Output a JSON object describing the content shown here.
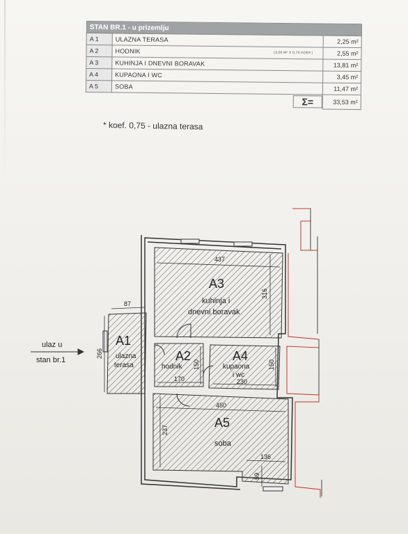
{
  "table": {
    "title": "STAN BR.1 - u prizemlju",
    "rows": [
      {
        "code": "A 1",
        "name": "ULAZNA TERASA",
        "note": "",
        "value": "2,25 m²"
      },
      {
        "code": "A 2",
        "name": "HODNIK",
        "note": "(3,00 m² x 0,75 koef.)",
        "value": "2,55 m²"
      },
      {
        "code": "A 3",
        "name": "KUHINJA I DNEVNI BORAVAK",
        "note": "",
        "value": "13,81 m²"
      },
      {
        "code": "A 4",
        "name": "KUPAONA I WC",
        "note": "",
        "value": "3,45 m²"
      },
      {
        "code": "A 5",
        "name": "SOBA",
        "note": "",
        "value": "11,47 m²"
      }
    ],
    "sum_symbol": "Σ=",
    "sum_value": "33,53 m²"
  },
  "footnote": "* koef. 0,75 - ulazna terasa",
  "plan": {
    "entrance_label_1": "ulaz u",
    "entrance_label_2": "stan br.1",
    "rooms": {
      "a1": {
        "code": "A1",
        "name_1": "ulazna",
        "name_2": "terasa"
      },
      "a2": {
        "code": "A2",
        "name_1": "hodnik"
      },
      "a3": {
        "code": "A3",
        "name_1": "kuhinja i",
        "name_2": "dnevni boravak"
      },
      "a4": {
        "code": "A4",
        "name_1": "kupaona",
        "name_2": "i wc"
      },
      "a5": {
        "code": "A5",
        "name_1": "soba"
      }
    },
    "dims": {
      "d437": "437",
      "d316": "316",
      "d87": "87",
      "d266": "266",
      "d150a": "150",
      "d170": "170",
      "d150b": "150",
      "d230": "230",
      "d450": "450",
      "d237": "237",
      "d136": "136",
      "d59": "59"
    }
  }
}
